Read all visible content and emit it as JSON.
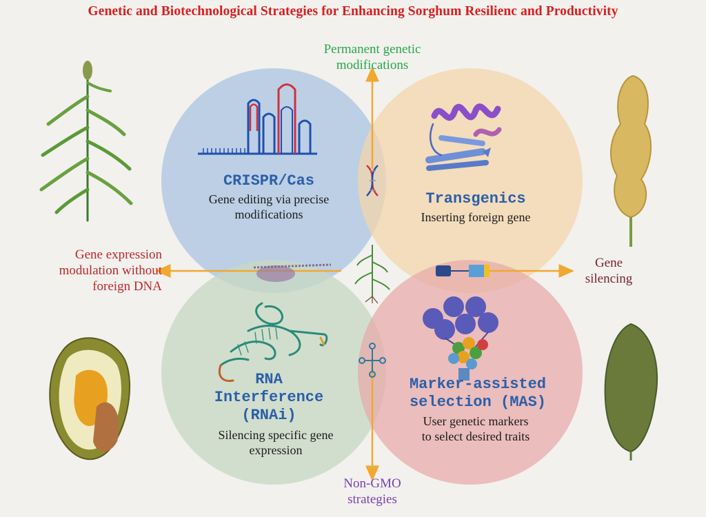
{
  "title": "Genetic and Biotechnological Strategies for Enhancing Sorghum Resilienc and Productivity",
  "axes": {
    "top": {
      "line1": "Permanent genetic",
      "line2": "modifications",
      "color": "#27a84a"
    },
    "left": {
      "line1": "Gene expression",
      "line2": "modulation without",
      "line3": "foreign DNA",
      "color": "#c0282d"
    },
    "right": {
      "line1": "Gene",
      "line2": "silencing",
      "color": "#7a2430"
    },
    "bottom": {
      "line1": "Non-GMO",
      "line2": "strategies",
      "color": "#7a3fb0"
    }
  },
  "quadrants": {
    "crispr": {
      "name": "CRISPR/Cas",
      "desc1": "Gene editing via precise",
      "desc2": "modifications",
      "color": "#b8cde4"
    },
    "transgenics": {
      "name": "Transgenics",
      "desc1": "Inserting foreign gene",
      "color": "#f2d9b4"
    },
    "rnai": {
      "name1": "RNA",
      "name2": "Interference",
      "name3": "(RNAi)",
      "desc1": "Silencing specific gene",
      "desc2": "expression",
      "color": "#cfdccc"
    },
    "mas": {
      "name1": "Marker-assisted",
      "name2": "selection (MAS)",
      "desc1": "User genetic markers",
      "desc2": "to select desired traits",
      "color": "#e6b3b3"
    }
  },
  "arrow_color": "#f0a830",
  "title_color": "#d81e1e",
  "name_color": "#2b5fa8"
}
